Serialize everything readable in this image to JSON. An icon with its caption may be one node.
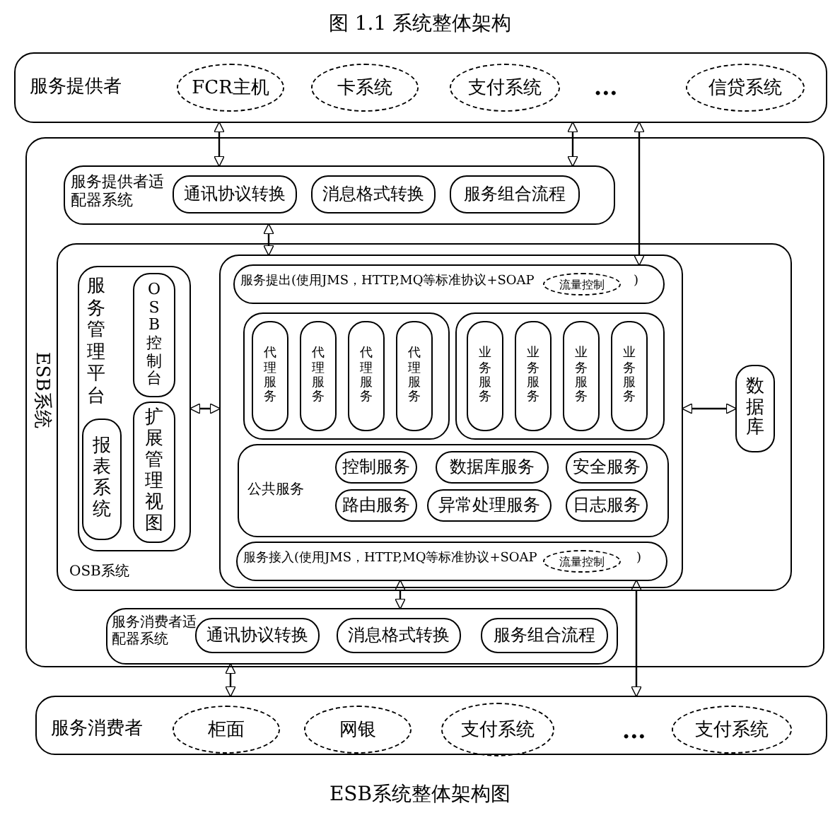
{
  "diagram": {
    "title": "图 1.1 系统整体架构",
    "caption": "ESB系统整体架构图",
    "nodes": [
      {
        "text": [
          "服务提供者"
        ]
      },
      {
        "text": [
          "FCR主机"
        ],
        "in": 0
      },
      {
        "text": [
          "卡系统"
        ],
        "in": 0
      },
      {
        "text": [
          "支付系统"
        ],
        "in": 0
      },
      {
        "text": [
          "信贷系统"
        ],
        "in": 0
      },
      {
        "text": [
          "ESB系统"
        ]
      },
      {
        "text": [
          "服务提供者适配器系统"
        ],
        "in": 5
      },
      {
        "text": [
          "通讯协议转换"
        ],
        "in": 6
      },
      {
        "text": [
          "消息格式转换"
        ],
        "in": 6
      },
      {
        "text": [
          "服务组合流程"
        ],
        "in": 6
      },
      {
        "text": [
          "OSB系统"
        ],
        "in": 5
      },
      {
        "text": [
          "服务管理平台"
        ],
        "in": 10
      },
      {
        "text": [
          "OSB控制台"
        ],
        "in": 11
      },
      {
        "text": [
          "扩展管理视图"
        ],
        "in": 11
      },
      {
        "text": [
          "报表系统"
        ],
        "in": 11
      },
      {
        "text": [],
        "shape": "box",
        "in": 10
      },
      {
        "text": [
          "服务提出(使用JMS，HTTP,MQ等标准协议+SOAP",
          ")"
        ],
        "in": 15
      },
      {
        "text": [
          "流量控制"
        ],
        "in": 16
      },
      {
        "text": [],
        "shape": "box",
        "in": 15
      },
      {
        "text": [
          "代理服务"
        ],
        "in": 18
      },
      {
        "text": [
          "代理服务"
        ],
        "in": 18
      },
      {
        "text": [
          "代理服务"
        ],
        "in": 18
      },
      {
        "text": [
          "代理服务"
        ],
        "in": 18
      },
      {
        "text": [],
        "shape": "box",
        "in": 15
      },
      {
        "text": [
          "业务服务"
        ],
        "in": 23
      },
      {
        "text": [
          "业务服务"
        ],
        "in": 23
      },
      {
        "text": [
          "业务服务"
        ],
        "in": 23
      },
      {
        "text": [
          "业务服务"
        ],
        "in": 23
      },
      {
        "text": [
          "公共服务"
        ],
        "in": 15
      },
      {
        "text": [
          "控制服务"
        ],
        "in": 28
      },
      {
        "text": [
          "数据库服务"
        ],
        "in": 28
      },
      {
        "text": [
          "安全服务"
        ],
        "in": 28
      },
      {
        "text": [
          "路由服务"
        ],
        "in": 28
      },
      {
        "text": [
          "异常处理服务"
        ],
        "in": 28
      },
      {
        "text": [
          "日志服务"
        ],
        "in": 28
      },
      {
        "text": [
          "服务接入(使用JMS，HTTP,MQ等标准协议+SOAP",
          ")"
        ],
        "in": 15
      },
      {
        "text": [
          "流量控制"
        ],
        "in": 35
      },
      {
        "text": [
          "数据库"
        ],
        "in": 10
      },
      {
        "text": [
          "服务消费者适配器系统"
        ],
        "in": 5
      },
      {
        "text": [
          "通讯协议转换"
        ],
        "in": 38
      },
      {
        "text": [
          "消息格式转换"
        ],
        "in": 38
      },
      {
        "text": [
          "服务组合流程"
        ],
        "in": 38
      },
      {
        "text": [
          "服务消费者"
        ]
      },
      {
        "text": [
          "柜面"
        ],
        "in": 42
      },
      {
        "text": [
          "网银"
        ],
        "in": 42
      },
      {
        "text": [
          "支付系统"
        ],
        "in": 42
      },
      {
        "text": [
          "支付系统"
        ],
        "in": 42
      }
    ],
    "edges": [
      {
        "from": 0,
        "to": 6,
        "arrow": "both"
      },
      {
        "from": 0,
        "to": 6,
        "arrow": "both"
      },
      {
        "from": 0,
        "to": 16,
        "arrow": "both"
      },
      {
        "from": 6,
        "to": 15,
        "arrow": "both"
      },
      {
        "from": 11,
        "to": 15,
        "arrow": "both"
      },
      {
        "from": 15,
        "to": 37,
        "arrow": "both"
      },
      {
        "from": 35,
        "to": 38,
        "arrow": "both"
      },
      {
        "from": 35,
        "to": 42,
        "arrow": "both"
      },
      {
        "from": 38,
        "to": 42,
        "arrow": "both"
      }
    ],
    "labels": [
      "...",
      "..."
    ]
  }
}
